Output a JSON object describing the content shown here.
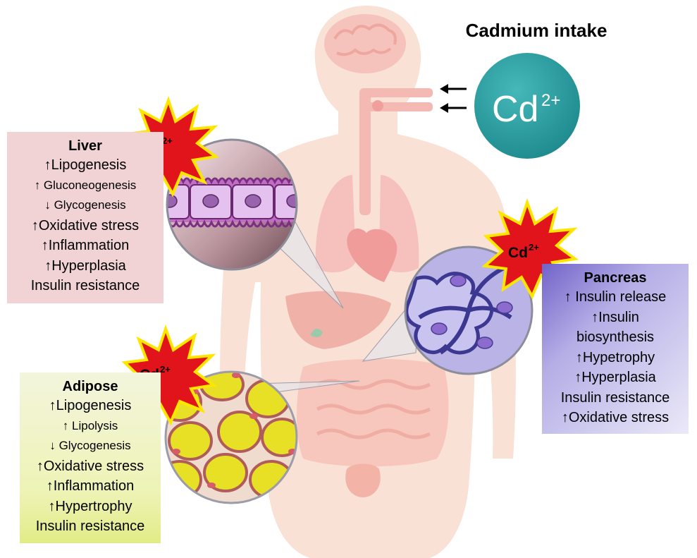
{
  "title": "Cadmium intake",
  "cd_badge": {
    "base": "Cd",
    "charge": "2+"
  },
  "burst_label": {
    "base": "Cd",
    "charge": "2+"
  },
  "liver": {
    "title": "Liver",
    "effects": [
      "↑Lipogenesis",
      "↑ Gluconeogenesis",
      "↓ Glycogenesis",
      "↑Oxidative stress",
      "↑Inflammation",
      "↑Hyperplasia",
      "Insulin resistance"
    ]
  },
  "adipose": {
    "title": "Adipose",
    "effects": [
      "↑Lipogenesis",
      "↑ Lipolysis",
      "↓ Glycogenesis",
      "↑Oxidative stress",
      "↑Inflammation",
      "↑Hypertrophy",
      "Insulin resistance"
    ]
  },
  "pancreas": {
    "title": "Pancreas",
    "effects": [
      "↑ Insulin release",
      "↑Insulin",
      "biosynthesis",
      "↑Hypetrophy",
      "↑Hyperplasia",
      "Insulin resistance",
      "↑Oxidative stress"
    ]
  },
  "colors": {
    "body_silhouette": "#f9e1d6",
    "organ_tint": "#f3b0b0",
    "cd_badge": "#2b9fa3",
    "burst_red": "#e0141a",
    "burst_yellow": "#ffe600",
    "liver_panel": "#f1d3d6",
    "adipose_panel": "#eef3b6",
    "pancreas_panel": "#7263c9"
  },
  "icons": [
    "human-body-silhouette",
    "brain-icon",
    "lungs-icon",
    "heart-icon",
    "liver-icon",
    "intestine-icon",
    "bladder-icon",
    "liver-tissue-magnifier",
    "adipose-tissue-magnifier",
    "pancreas-tissue-magnifier",
    "cadmium-badge-icon",
    "intake-arrow-icon",
    "cadmium-burst-icon"
  ]
}
